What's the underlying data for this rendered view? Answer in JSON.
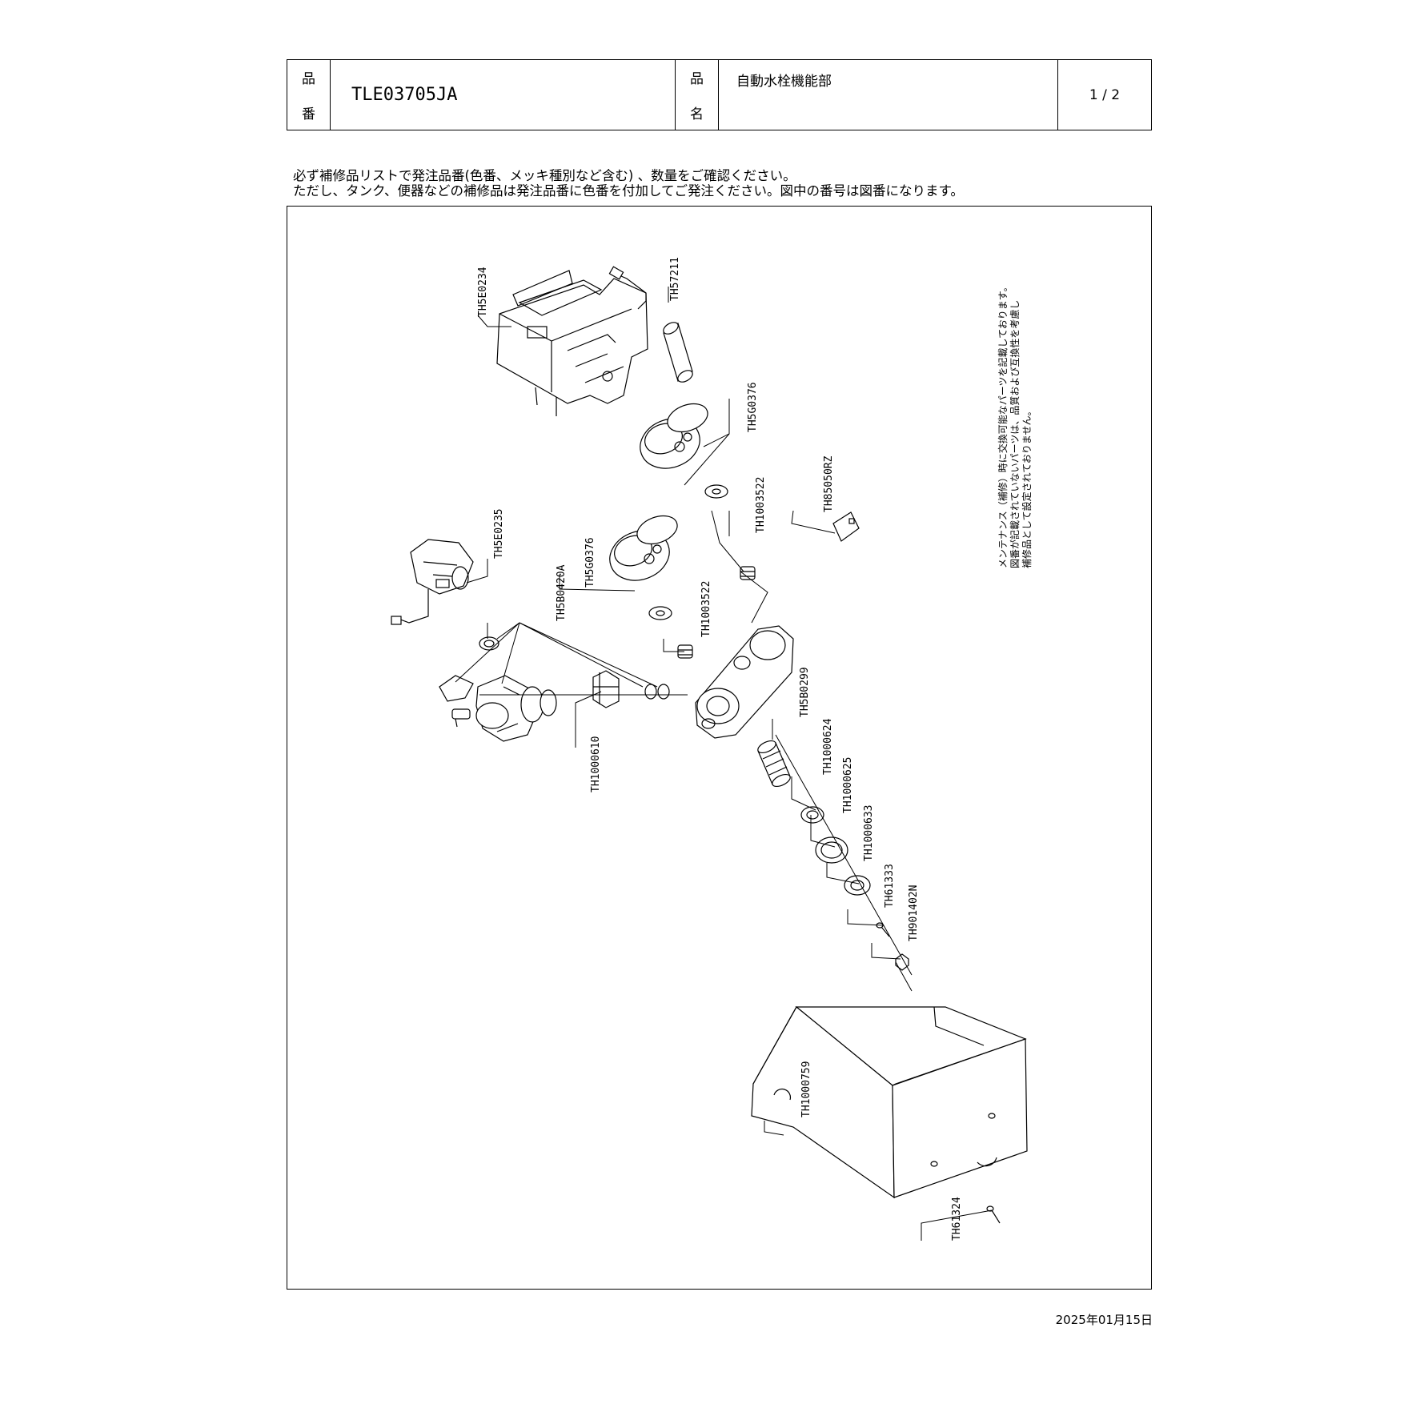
{
  "header": {
    "part_no_label_1": "品",
    "part_no_label_2": "番",
    "part_no": "TLE03705JA",
    "name_label_1": "品",
    "name_label_2": "名",
    "name": "自動水栓機能部",
    "page": "1 / 2"
  },
  "notes": {
    "line1": "必ず補修品リストで発注品番(色番、メッキ種別など含む) 、数量をご確認ください。",
    "line2": "ただし、タンク、便器などの補修品は発注品番に色番を付加してご発注ください。図中の番号は図番になります。"
  },
  "maintenance_note": {
    "line1": "メンテナンス（補修）時に交換可能なパーツを記載しております。",
    "line2": "図番が記載されていないパーツは、品質および互換性を考慮し",
    "line3": "補修品として設定されておりません。"
  },
  "parts": {
    "TH5E0234": "TH5E0234",
    "TH57211": "TH57211",
    "TH5G0376_a": "TH5G0376",
    "TH1003522_a": "TH1003522",
    "TH85050RZ": "TH85050RZ",
    "TH5E0235": "TH5E0235",
    "TH5B0420A": "TH5B0420A",
    "TH5G0376_b": "TH5G0376",
    "TH1003522_b": "TH1003522",
    "TH1000610": "TH1000610",
    "TH5B0299": "TH5B0299",
    "TH1000624": "TH1000624",
    "TH1000625": "TH1000625",
    "TH1000633": "TH1000633",
    "TH61333": "TH61333",
    "TH901402N": "TH901402N",
    "TH1000759": "TH1000759",
    "TH61324": "TH61324"
  },
  "date": "2025年01月15日"
}
